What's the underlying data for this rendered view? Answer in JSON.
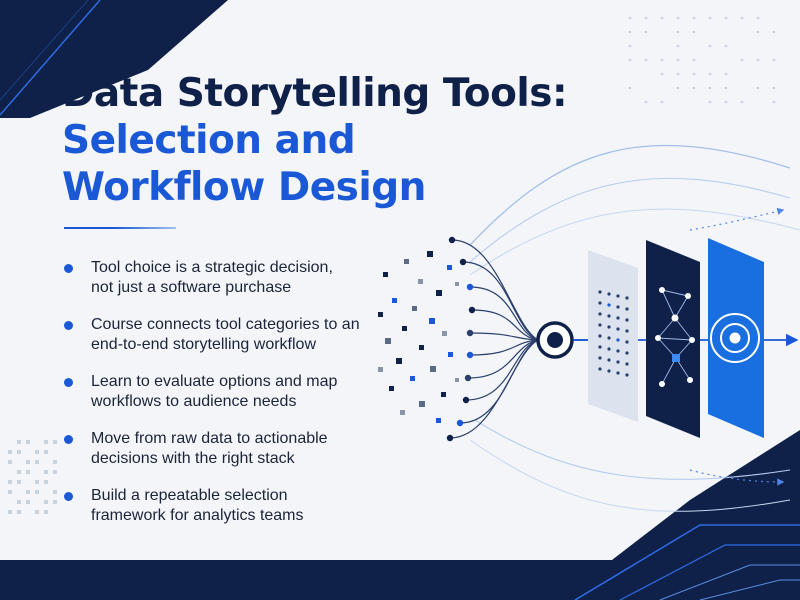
{
  "title": {
    "line1": "Data Storytelling Tools:",
    "line2": "Selection and",
    "line3": "Workflow Design"
  },
  "bullets": [
    {
      "line1": "Tool choice is a strategic decision,",
      "line2": "not just a software purchase"
    },
    {
      "line1": "Course connects tool categories to an",
      "line2": "end-to-end storytelling workflow"
    },
    {
      "line1": "Learn to evaluate options and map",
      "line2": "workflows to audience needs"
    },
    {
      "line1": "Move from raw data to actionable",
      "line2": "decisions with the right stack"
    },
    {
      "line1": "Build a repeatable selection",
      "line2": "framework for analytics teams"
    }
  ],
  "colors": {
    "navy": "#0f2148",
    "accent_blue": "#1a58d6",
    "bright_blue": "#1a6fe0",
    "light_panel": "#dce3ef"
  },
  "icons": [
    "hub-node-icon",
    "network-graph-icon",
    "target-rings-icon",
    "arrow-right-icon"
  ]
}
